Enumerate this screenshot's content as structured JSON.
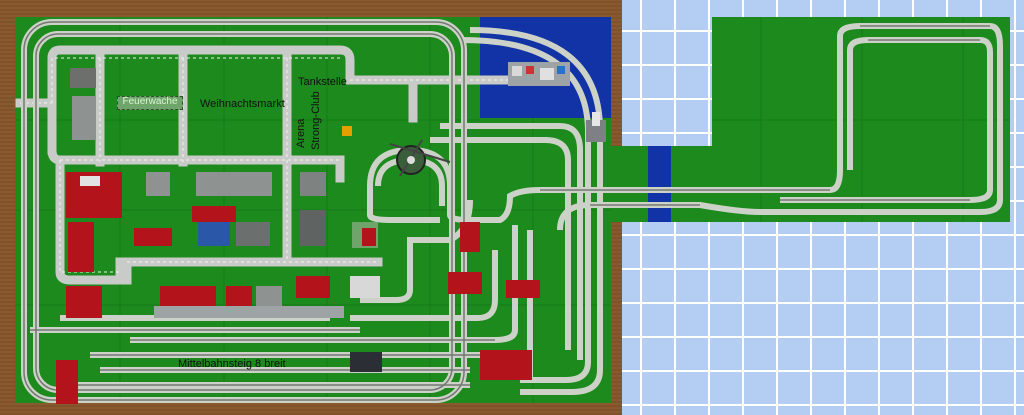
{
  "colors": {
    "grid_background": "#b4cdf2",
    "grid_lines": "#ffffff",
    "baseplate": "#1d8a1d",
    "table_wood": "#8a5a2e",
    "water": "#1133a6",
    "road": "#c9cbc8",
    "track_rail": "#cdd2c8",
    "track_sleeper": "#6b6f69",
    "building_red": "#b3131a",
    "building_grey": "#8e9290"
  },
  "map": {
    "labels": {
      "feuerwache": "Feuerwache",
      "weihnachtsmarkt": "Weihnachtsmarkt",
      "tankstelle": "Tankstelle",
      "arena": "Arena",
      "strong_club": "Strong-Club",
      "mittelbahnsteig": "Mittelbahnsteig 8 breit"
    }
  }
}
